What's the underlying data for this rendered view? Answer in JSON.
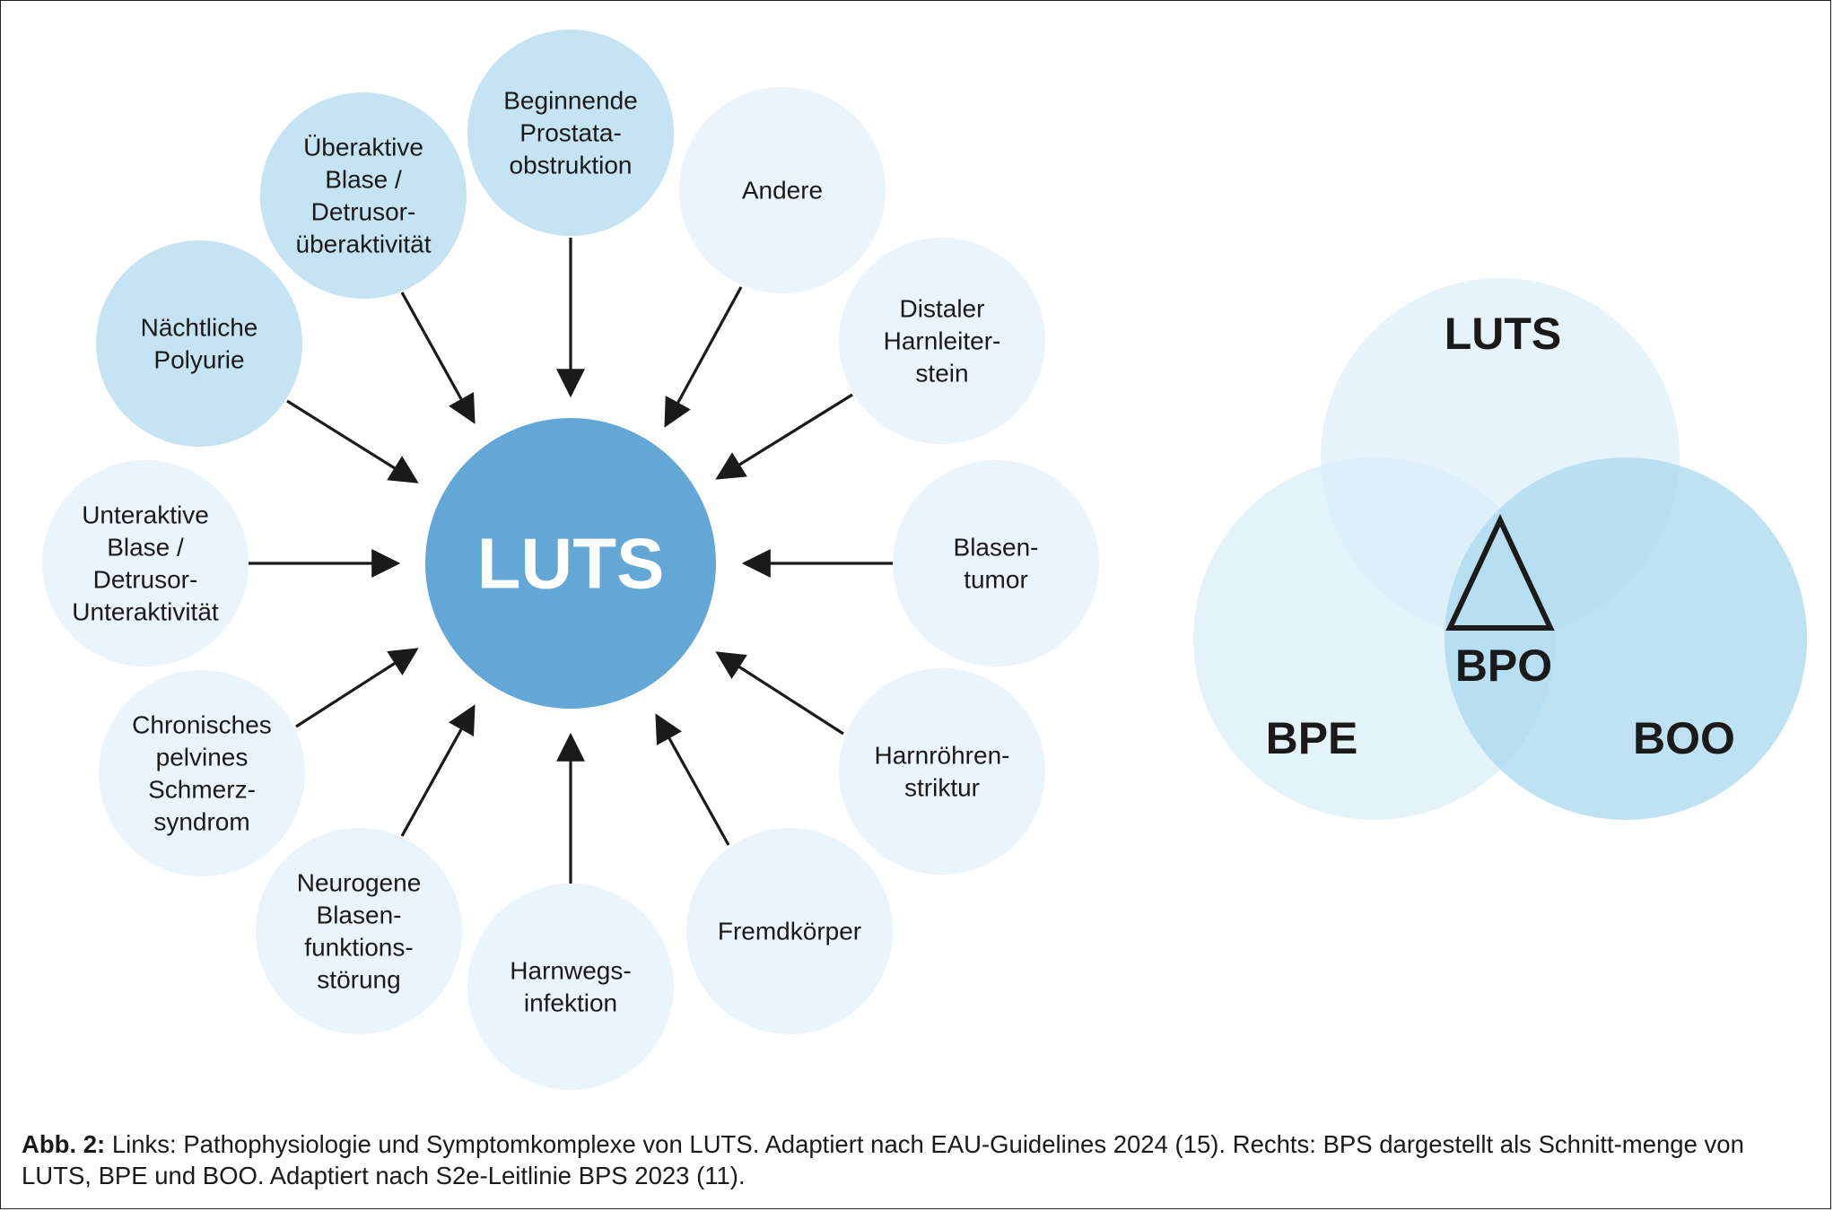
{
  "center": {
    "label": "LUTS"
  },
  "causes": [
    {
      "lines": [
        "Beginnende",
        "Prostata-",
        "obstruktion"
      ]
    },
    {
      "lines": [
        "Andere"
      ]
    },
    {
      "lines": [
        "Distaler",
        "Harnleiter-",
        "stein"
      ]
    },
    {
      "lines": [
        "Blasen-",
        "tumor"
      ]
    },
    {
      "lines": [
        "Harnröhren-",
        "striktur"
      ]
    },
    {
      "lines": [
        "Fremdkörper"
      ]
    },
    {
      "lines": [
        "Harnwegs-",
        "infektion"
      ]
    },
    {
      "lines": [
        "Neurogene",
        "Blasen-",
        "funktions-",
        "störung"
      ]
    },
    {
      "lines": [
        "Chronisches",
        "pelvines",
        "Schmerz-",
        "syndrom"
      ]
    },
    {
      "lines": [
        "Unteraktive",
        "Blase /",
        "Detrusor-",
        "Unteraktivität"
      ]
    },
    {
      "lines": [
        "Nächtliche",
        "Polyurie"
      ]
    },
    {
      "lines": [
        "Überaktive",
        "Blase /",
        "Detrusor-",
        "überaktivität"
      ]
    }
  ],
  "venn": {
    "top_label": "LUTS",
    "left_label": "BPE",
    "right_label": "BOO",
    "intersection_label": "BPO"
  },
  "caption": {
    "prefix": "Abb. 2:",
    "text": " Links: Pathophysiologie und Symptomkomplexe von LUTS. Adaptiert nach EAU-Guidelines 2024 (15). Rechts: BPS dargestellt als Schnitt-menge von LUTS, BPE und BOO. Adaptiert nach S2e-Leitlinie BPS 2023 (11)."
  },
  "colors": {
    "center_fill": "#63a7d6",
    "dark_bubble": "#c6e3f4",
    "light_bubble": "#e9f4fc",
    "venn_luts": "#e3f1fa",
    "venn_bpe": "#d9ecf8",
    "venn_boo": "#aad8ee",
    "arrow": "#1a1a1a"
  }
}
